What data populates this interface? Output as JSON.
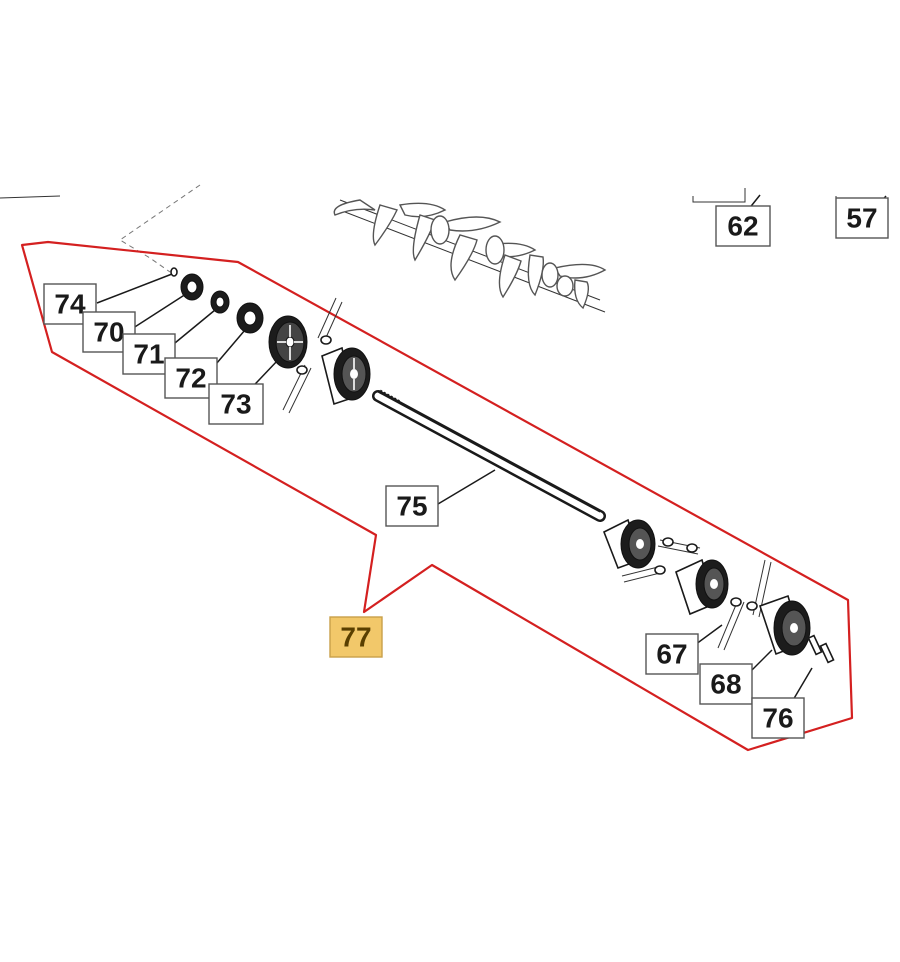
{
  "diagram": {
    "accent_color": "#d42020",
    "highlight_color": "#f2c86a",
    "callouts": [
      {
        "id": "74",
        "label": "74"
      },
      {
        "id": "70",
        "label": "70"
      },
      {
        "id": "71",
        "label": "71"
      },
      {
        "id": "72",
        "label": "72"
      },
      {
        "id": "73",
        "label": "73"
      },
      {
        "id": "75",
        "label": "75"
      },
      {
        "id": "77",
        "label": "77",
        "highlighted": true
      },
      {
        "id": "67",
        "label": "67"
      },
      {
        "id": "68",
        "label": "68"
      },
      {
        "id": "76",
        "label": "76"
      },
      {
        "id": "62",
        "label": "62"
      },
      {
        "id": "57",
        "label": "57"
      }
    ]
  }
}
